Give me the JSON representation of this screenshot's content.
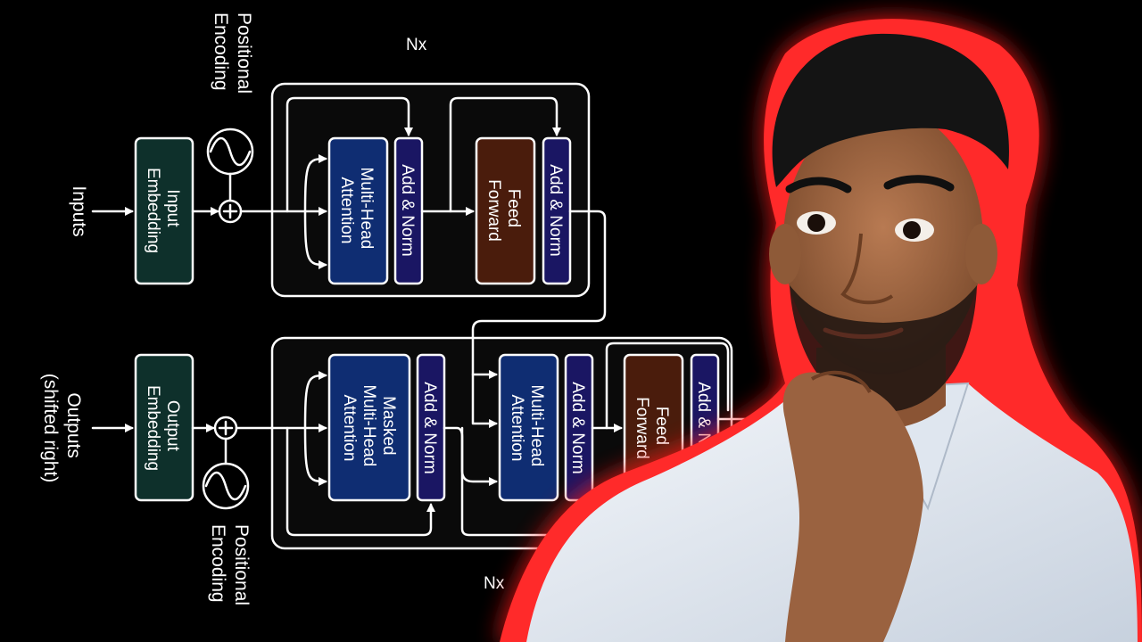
{
  "diagram": {
    "encoder": {
      "inputs_label": "Inputs",
      "embedding_label": [
        "Input",
        "Embedding"
      ],
      "positional_encoding_label": [
        "Positional",
        "Encoding"
      ],
      "repeat_label": "Nx",
      "attention_label": [
        "Multi-Head",
        "Attention"
      ],
      "add_norm_1_label": "Add & Norm",
      "feed_forward_label": [
        "Feed",
        "Forward"
      ],
      "add_norm_2_label": "Add & Norm"
    },
    "decoder": {
      "outputs_label": [
        "Outputs",
        "(shifted right)"
      ],
      "embedding_label": [
        "Output",
        "Embedding"
      ],
      "positional_encoding_label": [
        "Positional",
        "Encoding"
      ],
      "repeat_label": "Nx",
      "masked_attention_label": [
        "Masked",
        "Multi-Head",
        "Attention"
      ],
      "add_norm_1_label": "Add & Norm",
      "cross_attention_label": [
        "Multi-Head",
        "Attention"
      ],
      "add_norm_2_label": "Add & Norm",
      "feed_forward_label": [
        "Feed",
        "Forward"
      ],
      "add_norm_3_label": "Add & Norm"
    }
  },
  "colors": {
    "background": "#000000",
    "line": "#ffffff",
    "embedding_fill": "#0e302b",
    "attention_fill": "#0f2d72",
    "add_norm_fill": "#1a1663",
    "feed_forward_fill": "#4a1c0c",
    "block_panel_fill": "#0a0a0a",
    "glow": "#ff1e1e",
    "shirt": "#e8eef6"
  }
}
